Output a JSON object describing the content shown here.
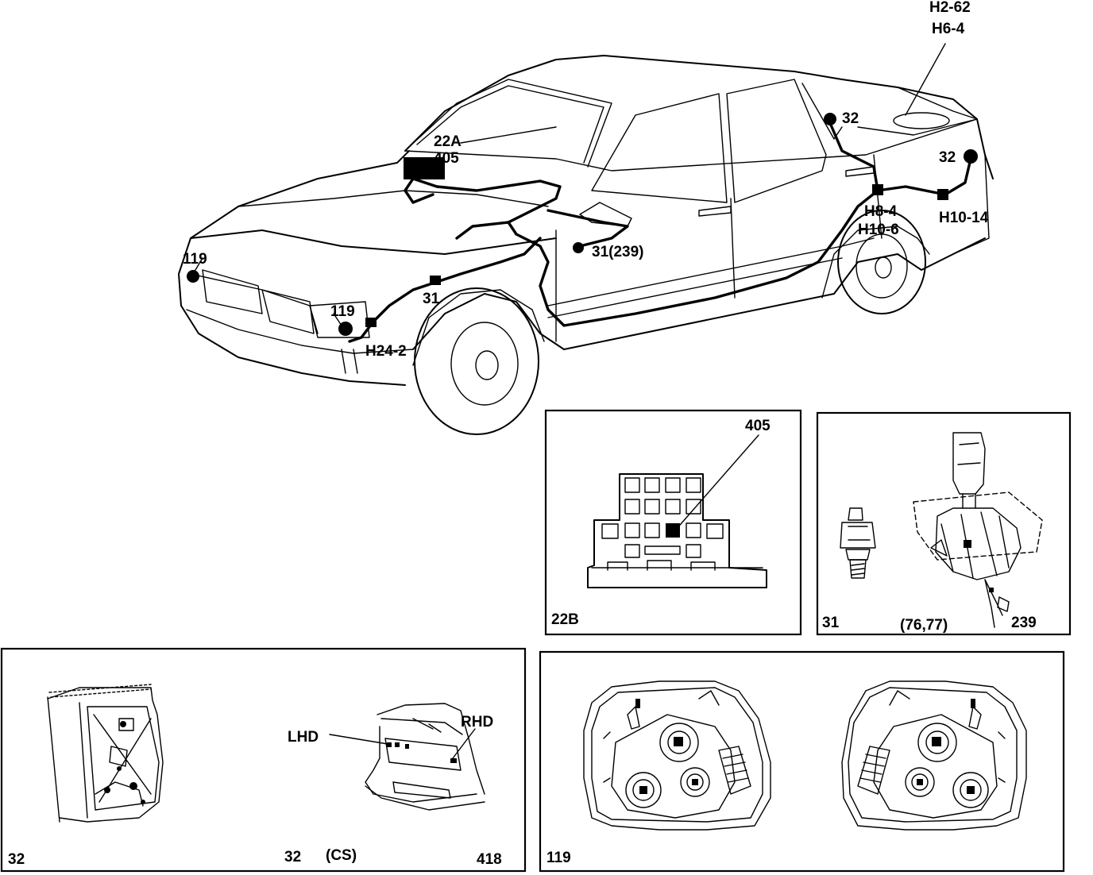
{
  "car_callouts": {
    "top_right_1": "H2-62",
    "top_right_2": "H6-4",
    "windshield_1": "22A",
    "windshield_2": "405",
    "rear_door": "32",
    "rear_corner": "32",
    "rear_conn_1": "H8-4",
    "rear_conn_2": "H10-6",
    "rear_conn_3": "H10-14",
    "door_switch": "31(239)",
    "fender": "31",
    "front_left": "119",
    "front_right": "119",
    "front_conn": "H24-2"
  },
  "panel_22b": {
    "title": "22B",
    "callout": "405"
  },
  "panel_31": {
    "left": "31",
    "middle": "(76,77)",
    "right": "239"
  },
  "panel_32": {
    "left": "32",
    "lhd": "LHD",
    "rhd": "RHD",
    "code": "32",
    "cs": "(CS)",
    "right": "418"
  },
  "panel_119": {
    "label": "119"
  }
}
